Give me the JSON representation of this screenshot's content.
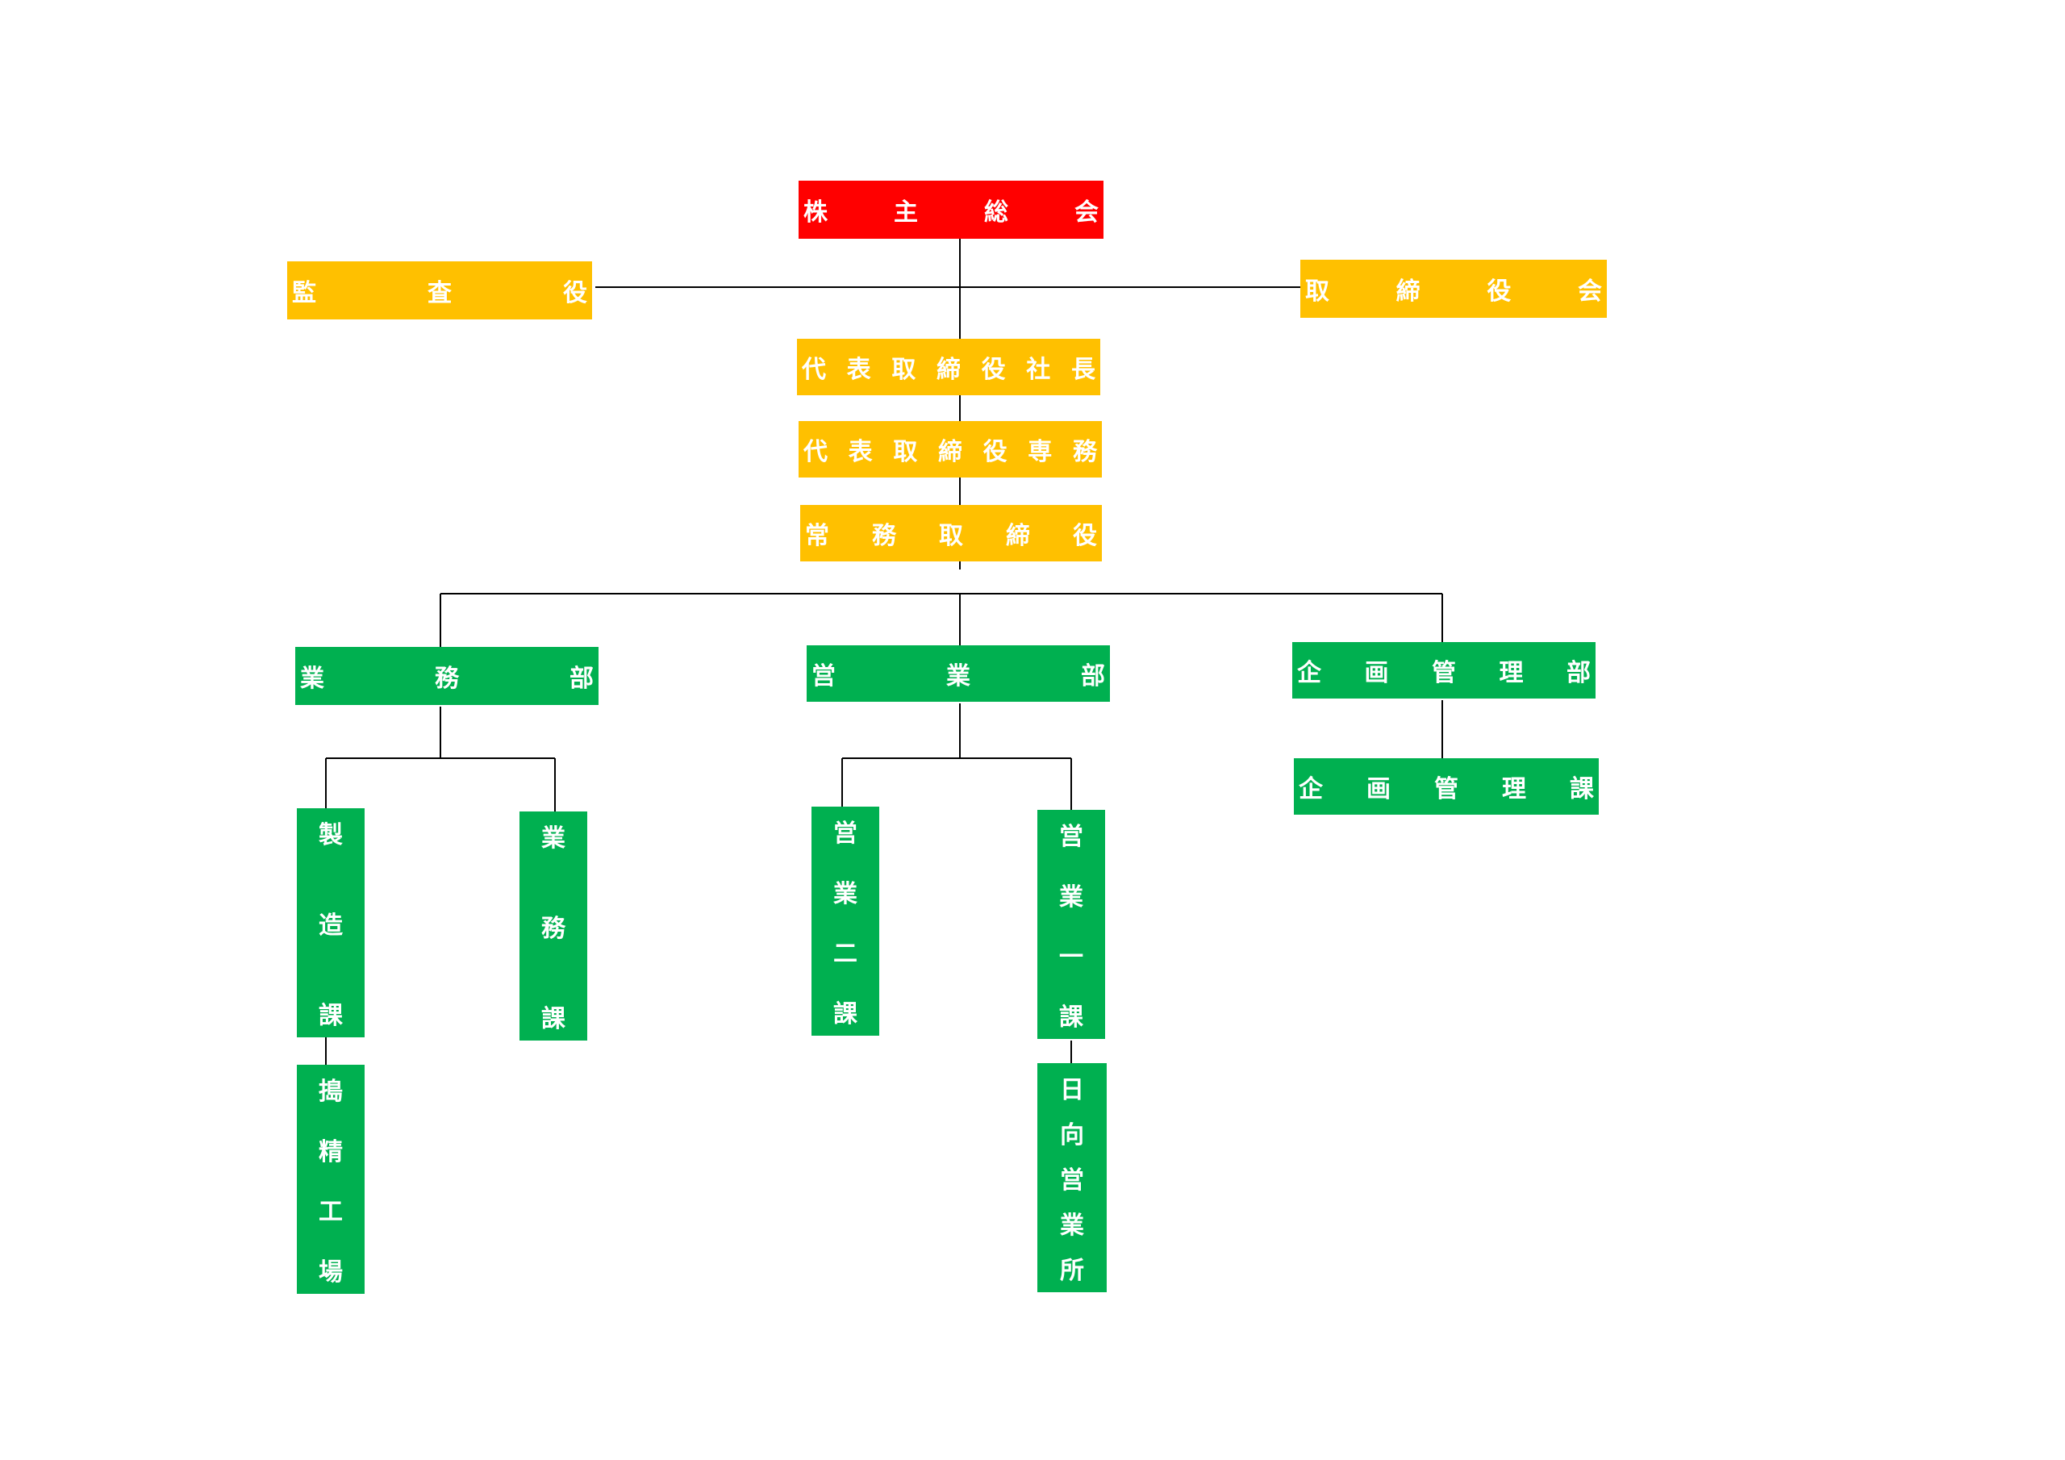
{
  "colors": {
    "top": "#ff0000",
    "executive": "#ffc000",
    "department": "#00b050",
    "line": "#000000"
  },
  "nodes": {
    "shareholders_meeting": "株主総会",
    "auditor": "監査役",
    "board_of_directors": "取締役会",
    "president": "代表取締役社長",
    "senior_managing_director": "代表取締役専務",
    "managing_director": "常務取締役",
    "general_affairs_dept": "業務部",
    "sales_dept": "営業部",
    "planning_dept": "企画管理部",
    "manufacturing_section": "製造課",
    "general_affairs_section": "業務課",
    "sales_section_2": "営業二課",
    "sales_section_1": "営業一課",
    "planning_section": "企画管理課",
    "milling_plant": "搗精工場",
    "hyuga_sales_office": "日向営業所"
  }
}
